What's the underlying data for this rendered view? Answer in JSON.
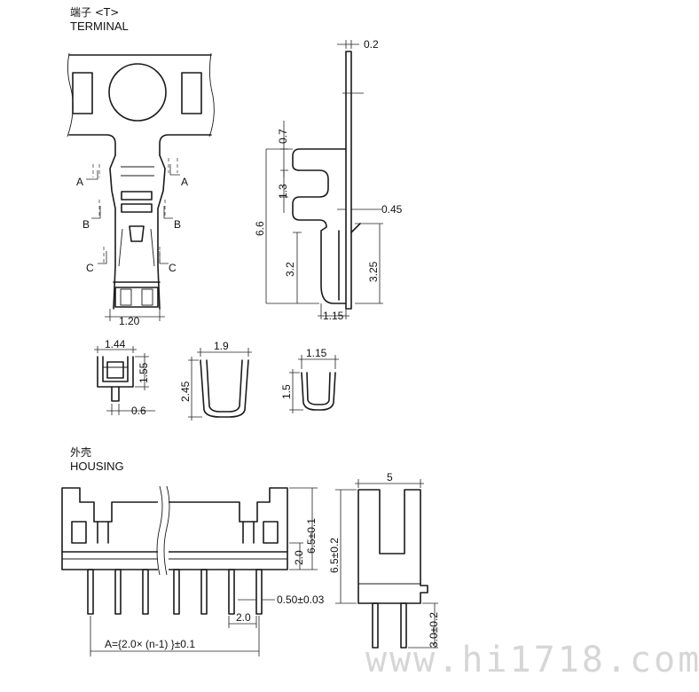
{
  "sections": {
    "terminal": {
      "title_cn": "端子 <T>",
      "title_en": "TERMINAL"
    },
    "housing": {
      "title_cn": "外壳",
      "title_en": "HOUSING"
    }
  },
  "section_markers": {
    "a": "A",
    "b": "B",
    "c": "C"
  },
  "dimensions": {
    "terminal_width": "1.20",
    "thickness": "0.2",
    "dim_0_7": "0.7",
    "dim_1_3": "1.3",
    "dim_6_6": "6.6",
    "dim_0_45": "0.45",
    "dim_3_2": "3.2",
    "dim_3_25": "3.25",
    "dim_1_15_side": "1.15",
    "section_a_width": "1.44",
    "section_a_height": "1.55",
    "section_a_pin": "0.6",
    "section_b_width": "1.9",
    "section_b_height": "2.45",
    "section_c_width": "1.15",
    "section_c_height": "1.5",
    "housing_height_total": "6.5±0.1",
    "housing_step": "2.0",
    "pin_size": "0.50±0.03",
    "pitch": "2.0",
    "overall_formula": "A={2.0× (n-1) }±0.1",
    "side_width": "5",
    "side_height": "6.5±0.2",
    "side_pin_length": "3.0±0.2"
  },
  "watermark": "www.hi1718.com",
  "colors": {
    "line": "#1a1a1a",
    "watermark": "#d6d6d6",
    "background": "#ffffff"
  }
}
